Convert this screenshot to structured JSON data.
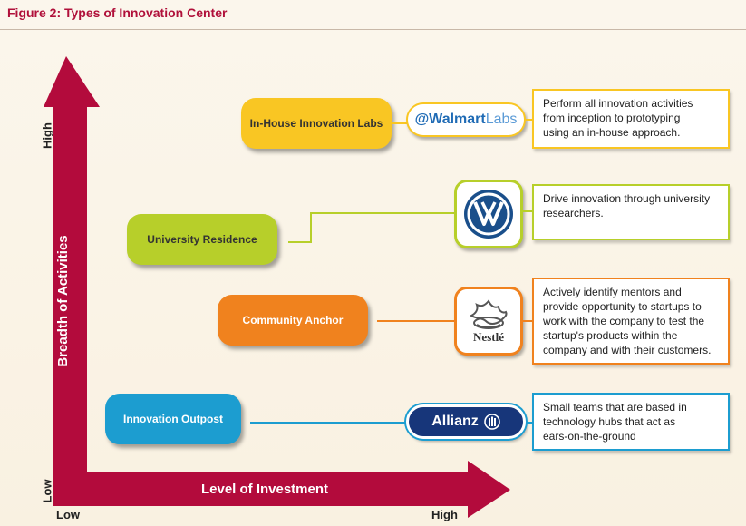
{
  "figure": {
    "title": "Figure 2: Types of Innovation Center"
  },
  "axes": {
    "y_title": "Breadth of Activities",
    "x_title": "Level of Investment",
    "y_high": "High",
    "y_low": "Low",
    "x_low": "Low",
    "x_high": "High",
    "arrow_color": "#b30b3c"
  },
  "types": [
    {
      "label": "In-House Innovation Labs",
      "color": "#f9c623",
      "logo": {
        "icon": "walmart-labs-logo",
        "text_main": "@Walmart",
        "text_sub": "Labs"
      },
      "description": "Perform all innovation activities\nfrom inception to prototyping\nusing an in-house approach."
    },
    {
      "label": "University Residence",
      "color": "#b7cf2a",
      "logo": {
        "icon": "volkswagen-logo"
      },
      "description": "Drive innovation through university\nresearchers."
    },
    {
      "label": "Community Anchor",
      "color": "#f0821e",
      "logo": {
        "icon": "nestle-logo",
        "text_main": "Nestlé"
      },
      "description": "Actively identify mentors and\nprovide opportunity to startups to\nwork with the company to test the\nstartup's products within the\ncompany and with their customers."
    },
    {
      "label": "Innovation Outpost",
      "color": "#1c9dd0",
      "logo": {
        "icon": "allianz-logo",
        "text_main": "Allianz"
      },
      "description": "Small teams that are based in\ntechnology hubs that act as\nears-on-the-ground"
    }
  ]
}
